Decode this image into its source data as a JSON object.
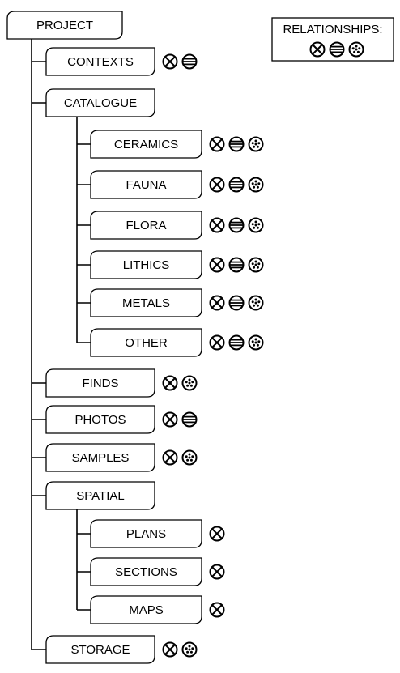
{
  "colors": {
    "ink": "#000000",
    "paper": "#ffffff"
  },
  "root": {
    "label": "PROJECT"
  },
  "legend": {
    "title": "RELATIONSHIPS:",
    "icons": [
      "crossed-circle-icon",
      "striped-circle-icon",
      "dotted-circle-icon"
    ]
  },
  "nodes": [
    {
      "id": "contexts",
      "label": "CONTEXTS",
      "level": 1,
      "icons": [
        "crossed-circle-icon",
        "striped-circle-icon"
      ]
    },
    {
      "id": "catalogue",
      "label": "CATALOGUE",
      "level": 1,
      "icons": []
    },
    {
      "id": "ceramics",
      "label": "CERAMICS",
      "level": 2,
      "icons": [
        "crossed-circle-icon",
        "striped-circle-icon",
        "dotted-circle-icon"
      ]
    },
    {
      "id": "fauna",
      "label": "FAUNA",
      "level": 2,
      "icons": [
        "crossed-circle-icon",
        "striped-circle-icon",
        "dotted-circle-icon"
      ]
    },
    {
      "id": "flora",
      "label": "FLORA",
      "level": 2,
      "icons": [
        "crossed-circle-icon",
        "striped-circle-icon",
        "dotted-circle-icon"
      ]
    },
    {
      "id": "lithics",
      "label": "LITHICS",
      "level": 2,
      "icons": [
        "crossed-circle-icon",
        "striped-circle-icon",
        "dotted-circle-icon"
      ]
    },
    {
      "id": "metals",
      "label": "METALS",
      "level": 2,
      "icons": [
        "crossed-circle-icon",
        "striped-circle-icon",
        "dotted-circle-icon"
      ]
    },
    {
      "id": "other",
      "label": "OTHER",
      "level": 2,
      "icons": [
        "crossed-circle-icon",
        "striped-circle-icon",
        "dotted-circle-icon"
      ]
    },
    {
      "id": "finds",
      "label": "FINDS",
      "level": 1,
      "icons": [
        "crossed-circle-icon",
        "dotted-circle-icon"
      ]
    },
    {
      "id": "photos",
      "label": "PHOTOS",
      "level": 1,
      "icons": [
        "crossed-circle-icon",
        "striped-circle-icon"
      ]
    },
    {
      "id": "samples",
      "label": "SAMPLES",
      "level": 1,
      "icons": [
        "crossed-circle-icon",
        "dotted-circle-icon"
      ]
    },
    {
      "id": "spatial",
      "label": "SPATIAL",
      "level": 1,
      "icons": []
    },
    {
      "id": "plans",
      "label": "PLANS",
      "level": 2,
      "icons": [
        "crossed-circle-icon"
      ]
    },
    {
      "id": "sections",
      "label": "SECTIONS",
      "level": 2,
      "icons": [
        "crossed-circle-icon"
      ]
    },
    {
      "id": "maps",
      "label": "MAPS",
      "level": 2,
      "icons": [
        "crossed-circle-icon"
      ]
    },
    {
      "id": "storage",
      "label": "STORAGE",
      "level": 1,
      "icons": [
        "crossed-circle-icon",
        "dotted-circle-icon"
      ]
    }
  ]
}
